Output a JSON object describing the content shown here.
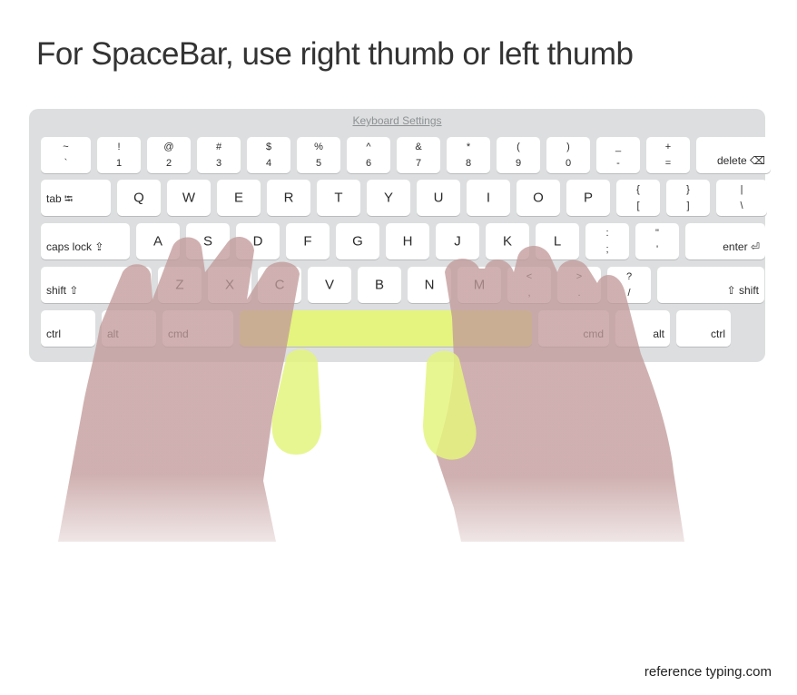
{
  "title": "For SpaceBar, use right thumb or left thumb",
  "keyboard": {
    "settings_link": "Keyboard Settings",
    "space_color": "#e4f47e",
    "rows": [
      [
        {
          "t": "~",
          "b": "`"
        },
        {
          "t": "!",
          "b": "1"
        },
        {
          "t": "@",
          "b": "2"
        },
        {
          "t": "#",
          "b": "3"
        },
        {
          "t": "$",
          "b": "4"
        },
        {
          "t": "%",
          "b": "5"
        },
        {
          "t": "^",
          "b": "6"
        },
        {
          "t": "&",
          "b": "7"
        },
        {
          "t": "*",
          "b": "8"
        },
        {
          "t": "(",
          "b": "9"
        },
        {
          "t": ")",
          "b": "0"
        },
        {
          "t": "_",
          "b": "-"
        },
        {
          "t": "+",
          "b": "="
        },
        {
          "r": "delete ⌫"
        }
      ],
      [
        {
          "l": "tab ⭾"
        },
        {
          "c": "Q"
        },
        {
          "c": "W"
        },
        {
          "c": "E"
        },
        {
          "c": "R"
        },
        {
          "c": "T"
        },
        {
          "c": "Y"
        },
        {
          "c": "U"
        },
        {
          "c": "I"
        },
        {
          "c": "O"
        },
        {
          "c": "P"
        },
        {
          "t": "{",
          "b": "["
        },
        {
          "t": "}",
          "b": "]"
        },
        {
          "t": "|",
          "b": "\\"
        }
      ],
      [
        {
          "l": "caps lock ⇪"
        },
        {
          "c": "A"
        },
        {
          "c": "S"
        },
        {
          "c": "D"
        },
        {
          "c": "F"
        },
        {
          "c": "G"
        },
        {
          "c": "H"
        },
        {
          "c": "J"
        },
        {
          "c": "K"
        },
        {
          "c": "L"
        },
        {
          "t": ":",
          "b": ";"
        },
        {
          "t": "\"",
          "b": "'"
        },
        {
          "r": "enter ⏎"
        }
      ],
      [
        {
          "l": "shift ⇧"
        },
        {
          "c": "Z"
        },
        {
          "c": "X"
        },
        {
          "c": "C"
        },
        {
          "c": "V"
        },
        {
          "c": "B"
        },
        {
          "c": "N"
        },
        {
          "c": "M"
        },
        {
          "t": "<",
          "b": ","
        },
        {
          "t": ">",
          "b": "."
        },
        {
          "t": "?",
          "b": "/"
        },
        {
          "r": "⇧ shift"
        }
      ],
      [
        {
          "l": "ctrl"
        },
        {
          "l": "alt"
        },
        {
          "l": "cmd"
        },
        {
          "c": "",
          "space": true
        },
        {
          "r": "cmd"
        },
        {
          "r": "alt"
        },
        {
          "r": "ctrl"
        }
      ]
    ]
  },
  "hands": {
    "skin_color": "#c9a3a3",
    "thumb_highlight_color": "#e4f47e",
    "left_icon": "left-hand-icon",
    "right_icon": "right-hand-icon"
  },
  "credit": "reference typing.com"
}
